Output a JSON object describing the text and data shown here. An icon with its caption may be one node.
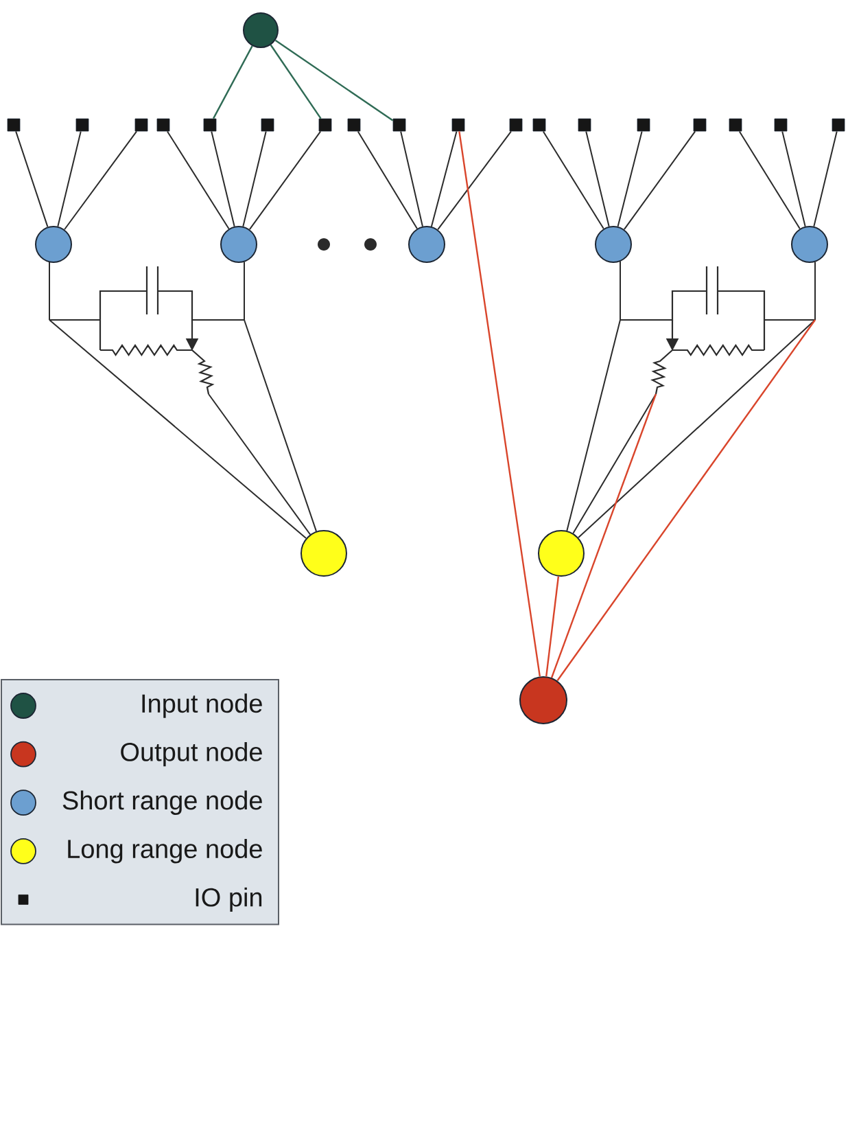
{
  "diagram": {
    "nodes": [
      {
        "text": [],
        "shape": "circle"
      },
      {
        "text": [],
        "shape": "box"
      },
      {
        "text": [],
        "shape": "box"
      },
      {
        "text": [],
        "shape": "box"
      },
      {
        "text": [],
        "shape": "box"
      },
      {
        "text": [],
        "shape": "box"
      },
      {
        "text": [],
        "shape": "box"
      },
      {
        "text": [],
        "shape": "box"
      },
      {
        "text": [],
        "shape": "box"
      },
      {
        "text": [],
        "shape": "box"
      },
      {
        "text": [],
        "shape": "box"
      },
      {
        "text": [],
        "shape": "box"
      },
      {
        "text": [],
        "shape": "box"
      },
      {
        "text": [],
        "shape": "box"
      },
      {
        "text": [],
        "shape": "box"
      },
      {
        "text": [],
        "shape": "box"
      },
      {
        "text": [],
        "shape": "box"
      },
      {
        "text": [],
        "shape": "box"
      },
      {
        "text": [],
        "shape": "box"
      },
      {
        "text": [],
        "shape": "circle"
      },
      {
        "text": [],
        "shape": "circle"
      },
      {
        "text": [],
        "shape": "circle"
      },
      {
        "text": [],
        "shape": "circle"
      },
      {
        "text": [],
        "shape": "circle"
      },
      {
        "text": [],
        "shape": "picture"
      },
      {
        "text": [],
        "shape": "picture"
      },
      {
        "text": [],
        "shape": "circle"
      },
      {
        "text": [],
        "shape": "circle"
      },
      {
        "text": [],
        "shape": "circle"
      }
    ],
    "edges": [
      {
        "from": 0,
        "to": 5,
        "arrow": "none",
        "color": "#2f6b55"
      },
      {
        "from": 0,
        "to": 7,
        "arrow": "none",
        "color": "#2f6b55"
      },
      {
        "from": 0,
        "to": 9,
        "arrow": "none",
        "color": "#2f6b55"
      },
      {
        "from": 1,
        "to": 19,
        "arrow": "none"
      },
      {
        "from": 2,
        "to": 19,
        "arrow": "none"
      },
      {
        "from": 3,
        "to": 19,
        "arrow": "none"
      },
      {
        "from": 4,
        "to": 20,
        "arrow": "none"
      },
      {
        "from": 5,
        "to": 20,
        "arrow": "none"
      },
      {
        "from": 6,
        "to": 20,
        "arrow": "none"
      },
      {
        "from": 7,
        "to": 20,
        "arrow": "none"
      },
      {
        "from": 8,
        "to": 21,
        "arrow": "none"
      },
      {
        "from": 9,
        "to": 21,
        "arrow": "none"
      },
      {
        "from": 10,
        "to": 21,
        "arrow": "none"
      },
      {
        "from": 11,
        "to": 21,
        "arrow": "none"
      },
      {
        "from": 12,
        "to": 22,
        "arrow": "none"
      },
      {
        "from": 13,
        "to": 22,
        "arrow": "none"
      },
      {
        "from": 14,
        "to": 22,
        "arrow": "none"
      },
      {
        "from": 15,
        "to": 22,
        "arrow": "none"
      },
      {
        "from": 16,
        "to": 23,
        "arrow": "none"
      },
      {
        "from": 17,
        "to": 23,
        "arrow": "none"
      },
      {
        "from": 18,
        "to": 23,
        "arrow": "none"
      },
      {
        "from": 19,
        "to": 24,
        "arrow": "none"
      },
      {
        "from": 20,
        "to": 24,
        "arrow": "none"
      },
      {
        "from": 22,
        "to": 25,
        "arrow": "none"
      },
      {
        "from": 23,
        "to": 25,
        "arrow": "none"
      },
      {
        "from": 24,
        "to": 26,
        "arrow": "none"
      },
      {
        "from": 24,
        "to": 26,
        "arrow": "none"
      },
      {
        "from": 24,
        "to": 26,
        "arrow": "none"
      },
      {
        "from": 25,
        "to": 27,
        "arrow": "none"
      },
      {
        "from": 25,
        "to": 27,
        "arrow": "none"
      },
      {
        "from": 25,
        "to": 27,
        "arrow": "none"
      },
      {
        "from": 10,
        "to": 28,
        "arrow": "none",
        "color": "#d9452b"
      },
      {
        "from": 27,
        "to": 28,
        "arrow": "none",
        "color": "#d9452b"
      },
      {
        "from": 25,
        "to": 28,
        "arrow": "none",
        "color": "#d9452b"
      },
      {
        "from": 25,
        "to": 28,
        "arrow": "none",
        "color": "#d9452b"
      }
    ],
    "legend": [
      {
        "text": "Input node",
        "color": "#1f5244"
      },
      {
        "text": "Output node",
        "color": "#c8361f"
      },
      {
        "text": "Short range node",
        "color": "#6c9fd0"
      },
      {
        "text": "Long range node",
        "color": "#ffff1a"
      },
      {
        "text": "IO pin",
        "color": "#161616"
      }
    ]
  }
}
